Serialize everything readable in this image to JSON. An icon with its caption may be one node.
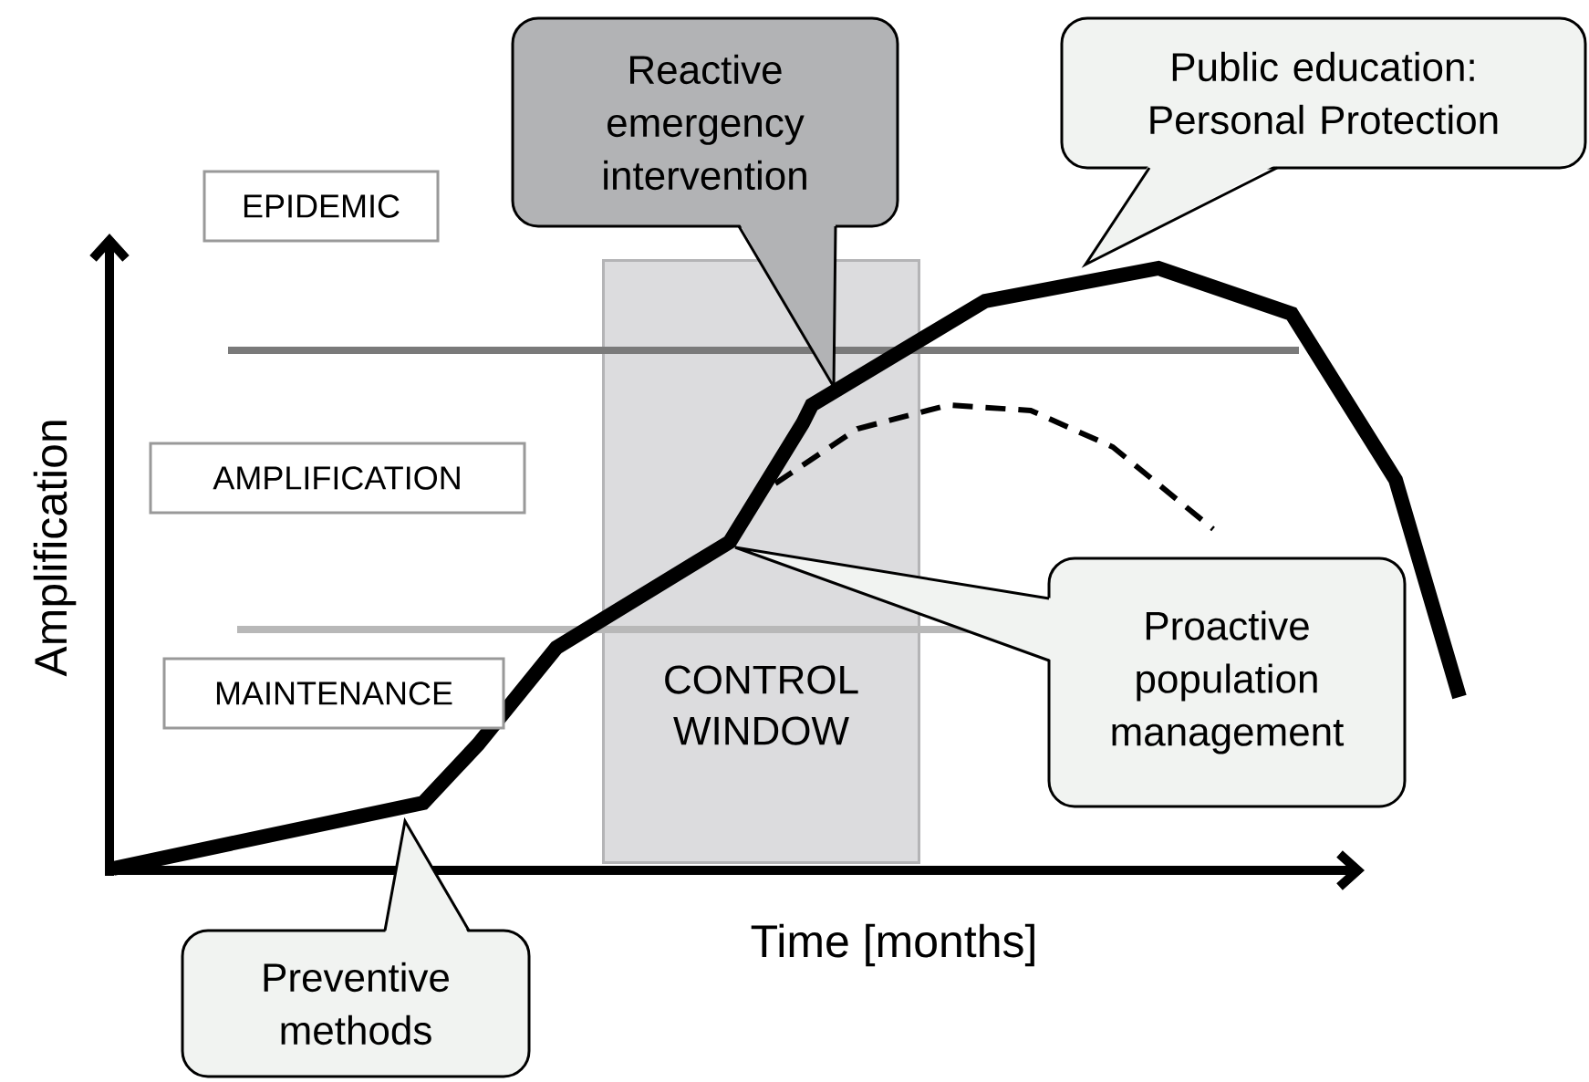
{
  "diagram": {
    "nodes": [
      {
        "text": [
          "EPIDEMIC"
        ]
      },
      {
        "text": [
          "AMPLIFICATION"
        ]
      },
      {
        "text": [
          "MAINTENANCE"
        ]
      },
      {
        "text": [
          "CONTROL WINDOW"
        ]
      },
      {
        "text": [
          "Reactive emergency intervention"
        ]
      },
      {
        "text": [
          "Public education: Personal Protection"
        ]
      },
      {
        "text": [
          "Proactive population management"
        ]
      },
      {
        "text": [
          "Preventive methods"
        ]
      }
    ],
    "labels": [
      "Amplification",
      "Time [months]"
    ]
  }
}
